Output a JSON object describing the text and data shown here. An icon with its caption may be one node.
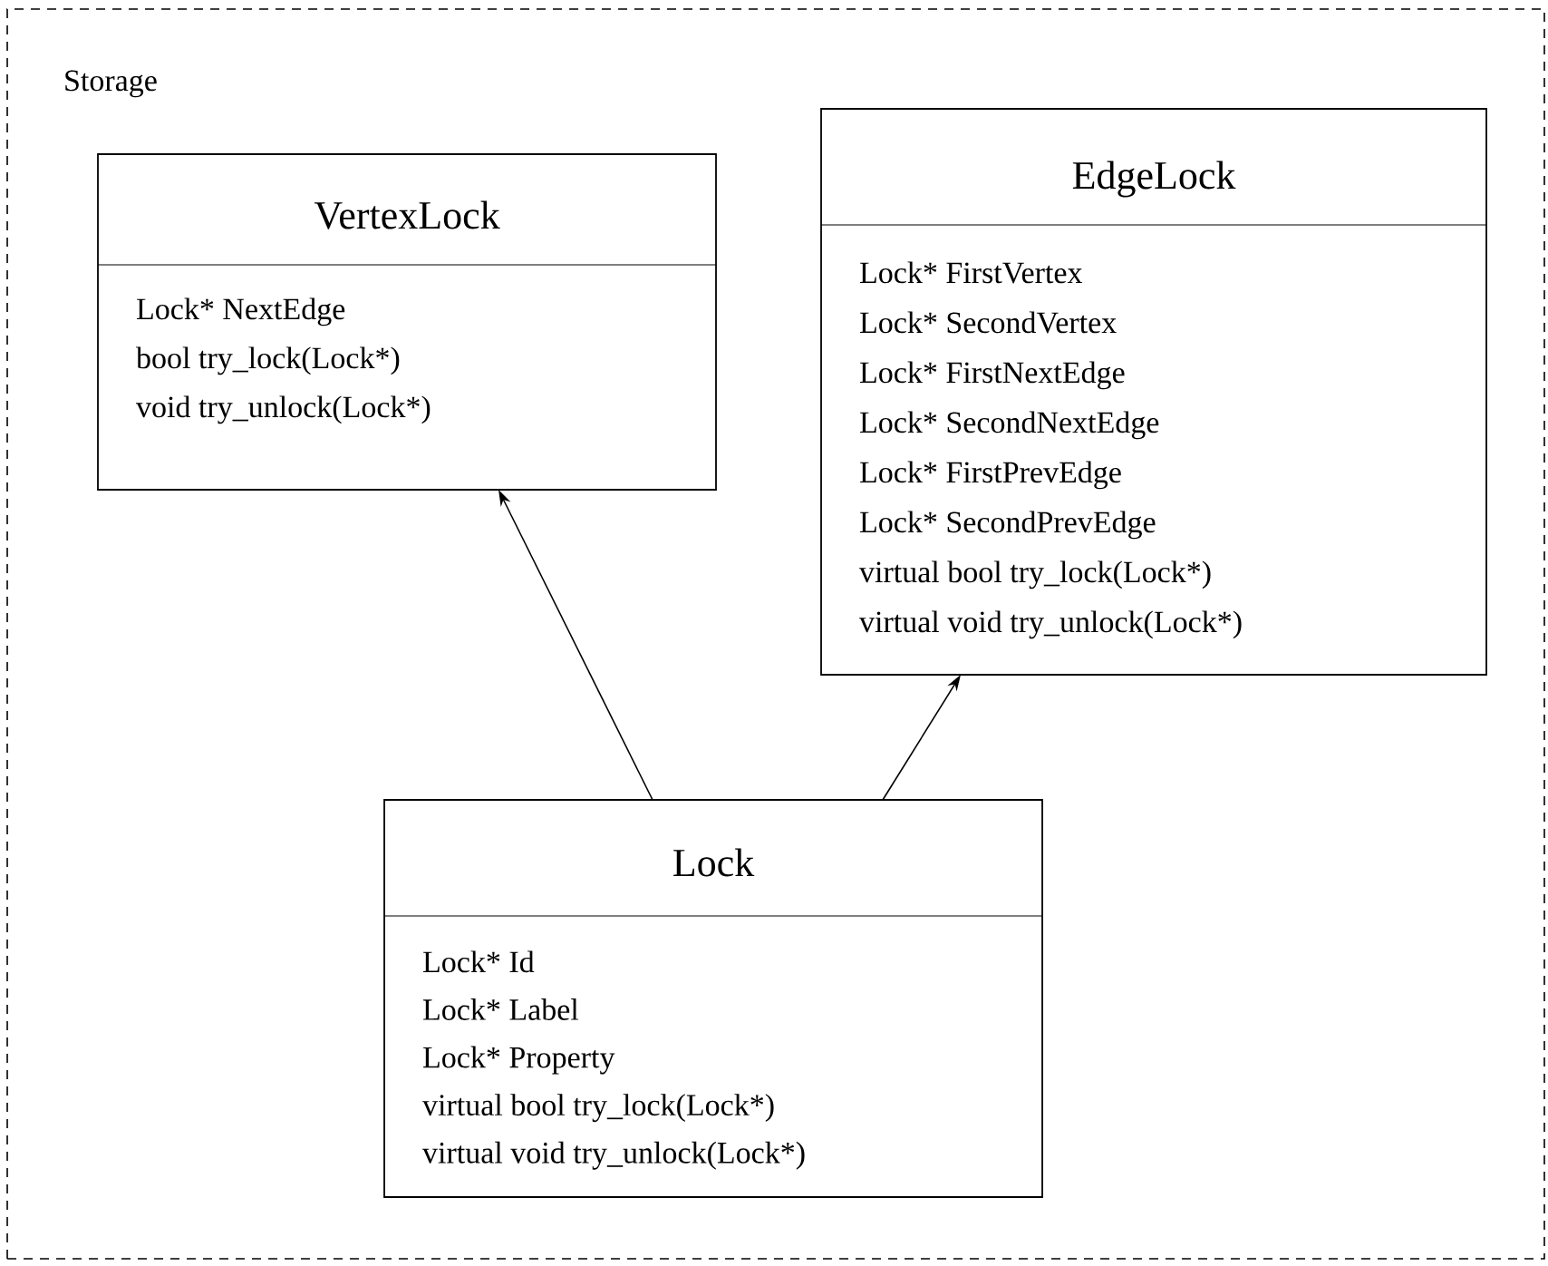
{
  "diagram": {
    "nodes": [
      {
        "text": [
          "Storage"
        ]
      },
      {
        "text": [
          "VertexLock",
          "Lock* NextEdge",
          "bool try_lock(Lock*)",
          "void try_unlock(Lock*)"
        ],
        "in": 0
      },
      {
        "text": [
          "EdgeLock",
          "Lock* FirstVertex",
          "Lock* SecondVertex",
          "Lock* FirstNextEdge",
          "Lock* SecondNextEdge",
          "Lock* FirstPrevEdge",
          "Lock* SecondPrevEdge",
          "virtual bool try_lock(Lock*)",
          "virtual void try_unlock(Lock*)"
        ],
        "in": 0
      },
      {
        "text": [
          "Lock",
          "Lock* Id",
          "Lock* Label",
          "Lock* Property",
          "virtual bool try_lock(Lock*)",
          "virtual void try_unlock(Lock*)"
        ],
        "in": 0
      }
    ],
    "edges": [
      {
        "from": 3,
        "to": 1,
        "arrow": "to"
      },
      {
        "from": 3,
        "to": 2,
        "arrow": "to"
      }
    ]
  }
}
